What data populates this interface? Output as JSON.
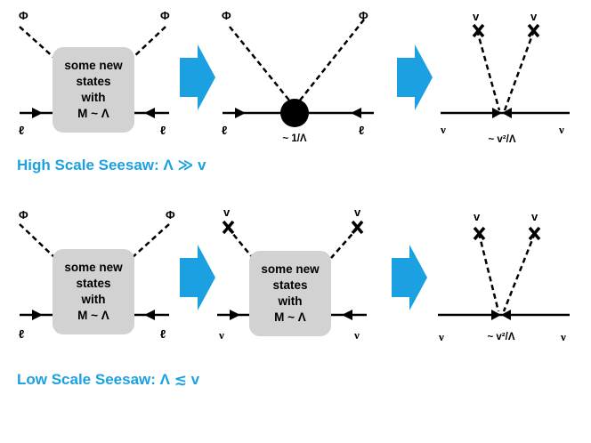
{
  "labels": {
    "phi": "Φ",
    "lepton": "ℓ",
    "nu": "ν",
    "vev": "v"
  },
  "box_lines": [
    "some new",
    "states",
    "with",
    "M ~ Λ"
  ],
  "coefficients": {
    "dim5": "~ 1/Λ",
    "mass": "~ v²/Λ"
  },
  "captions": {
    "high": "High Scale Seesaw:  Λ ≫ v",
    "low": "Low Scale Seesaw: Λ ≲ v"
  },
  "colors": {
    "arrow": "#1ba1e2",
    "caption": "#1ba1e2",
    "box_fill": "#d2d2d2",
    "line": "#000000"
  }
}
